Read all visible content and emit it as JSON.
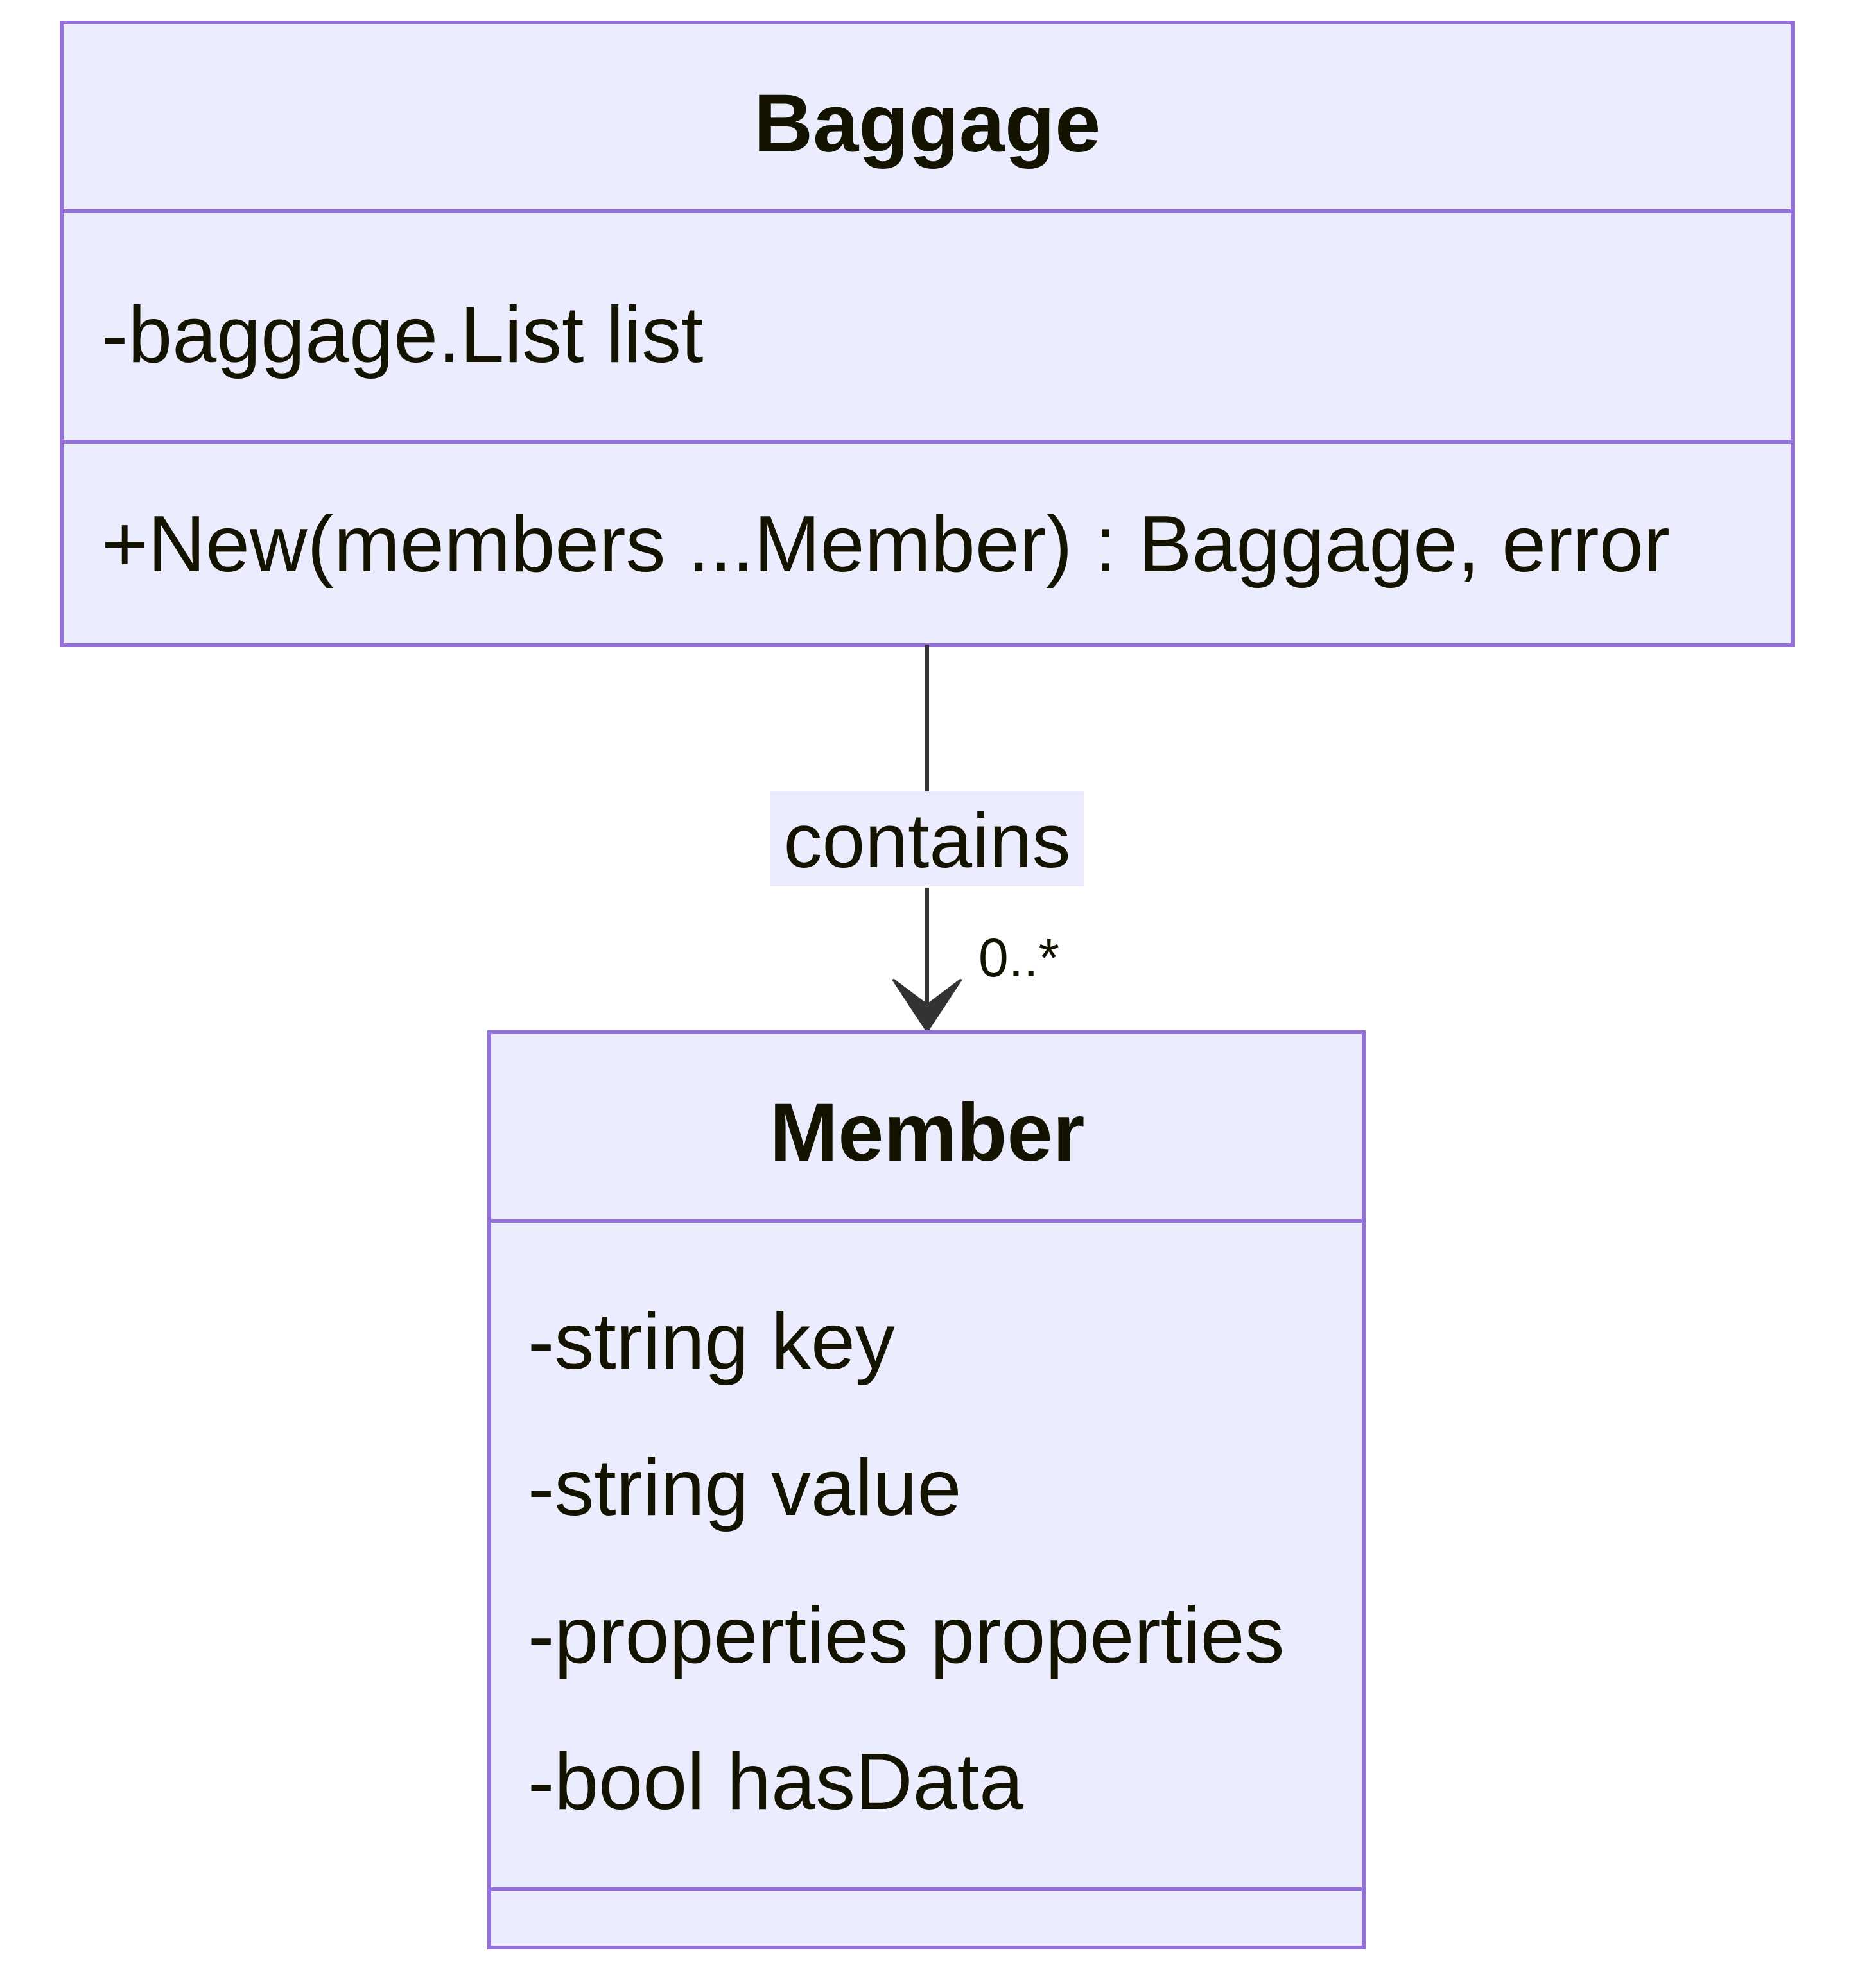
{
  "colors": {
    "class_fill": "#ececff",
    "class_stroke": "#9370db",
    "text": "#131300",
    "edge": "#333333",
    "label_background": "#ececff",
    "background": "#ffffff"
  },
  "classes": {
    "baggage": {
      "name": "Baggage",
      "attributes": [
        "-baggage.List list"
      ],
      "methods": [
        "+New(members ...Member) : Baggage, error"
      ]
    },
    "member": {
      "name": "Member",
      "attributes": [
        "-string key",
        "-string value",
        "-properties properties",
        "-bool hasData"
      ],
      "methods": []
    }
  },
  "relation": {
    "from": "Baggage",
    "to": "Member",
    "label": "contains",
    "target_multiplicity": "0..*",
    "arrow": "open-arrow"
  }
}
